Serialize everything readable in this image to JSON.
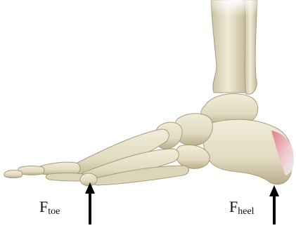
{
  "labels": {
    "toe": {
      "main": "F",
      "sub": "toe"
    },
    "heel": {
      "main": "F",
      "sub": "heel"
    }
  },
  "arrows": [
    {
      "name": "toe",
      "direction": "up"
    },
    {
      "name": "heel",
      "direction": "up"
    }
  ],
  "colors": {
    "bone": "#e9e3cd",
    "bone_shade": "#cfc6a6",
    "bone_dark": "#a89d7a",
    "heel_pad": "#e07a86",
    "heel_pad_light": "#eef2f6",
    "arrow": "#000000",
    "text": "#111111"
  }
}
